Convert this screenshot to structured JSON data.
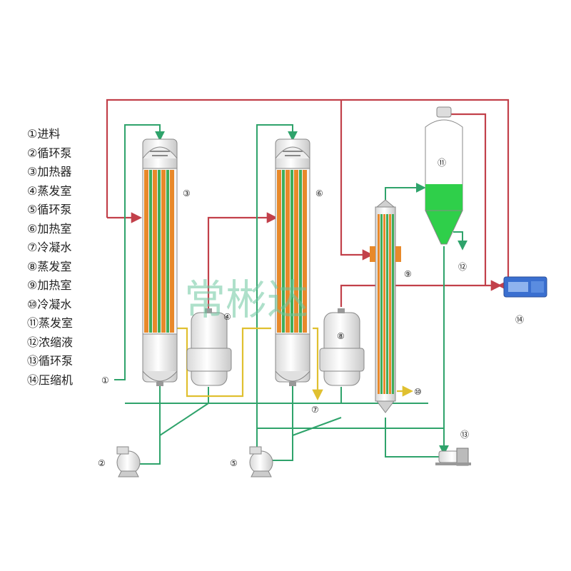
{
  "legend": [
    "①进料",
    "②循环泵",
    "③加热器",
    "④蒸发室",
    "⑤循环泵",
    "⑥加热室",
    "⑦冷凝水",
    "⑧蒸发室",
    "⑨加热室",
    "⑩冷凝水",
    "⑪蒸发室",
    "⑫浓缩液",
    "⑬循环泵",
    "⑭压缩机"
  ],
  "labels": {
    "n1": "①",
    "n2": "②",
    "n3": "③",
    "n4": "④",
    "n5": "⑤",
    "n6": "⑥",
    "n7": "⑦",
    "n8": "⑧",
    "n9": "⑨",
    "n10": "⑩",
    "n11": "⑪",
    "n12": "⑫",
    "n13": "⑬",
    "n14": "⑭"
  },
  "watermark": "常彬达",
  "colors": {
    "steam": "#c2404a",
    "feed": "#2fa36b",
    "condensate": "#e0c030",
    "liquid": "#2fcf4a",
    "tube_orange": "#e8892a",
    "tube_green": "#3fae5a",
    "compressor": "#3a6fd0"
  }
}
